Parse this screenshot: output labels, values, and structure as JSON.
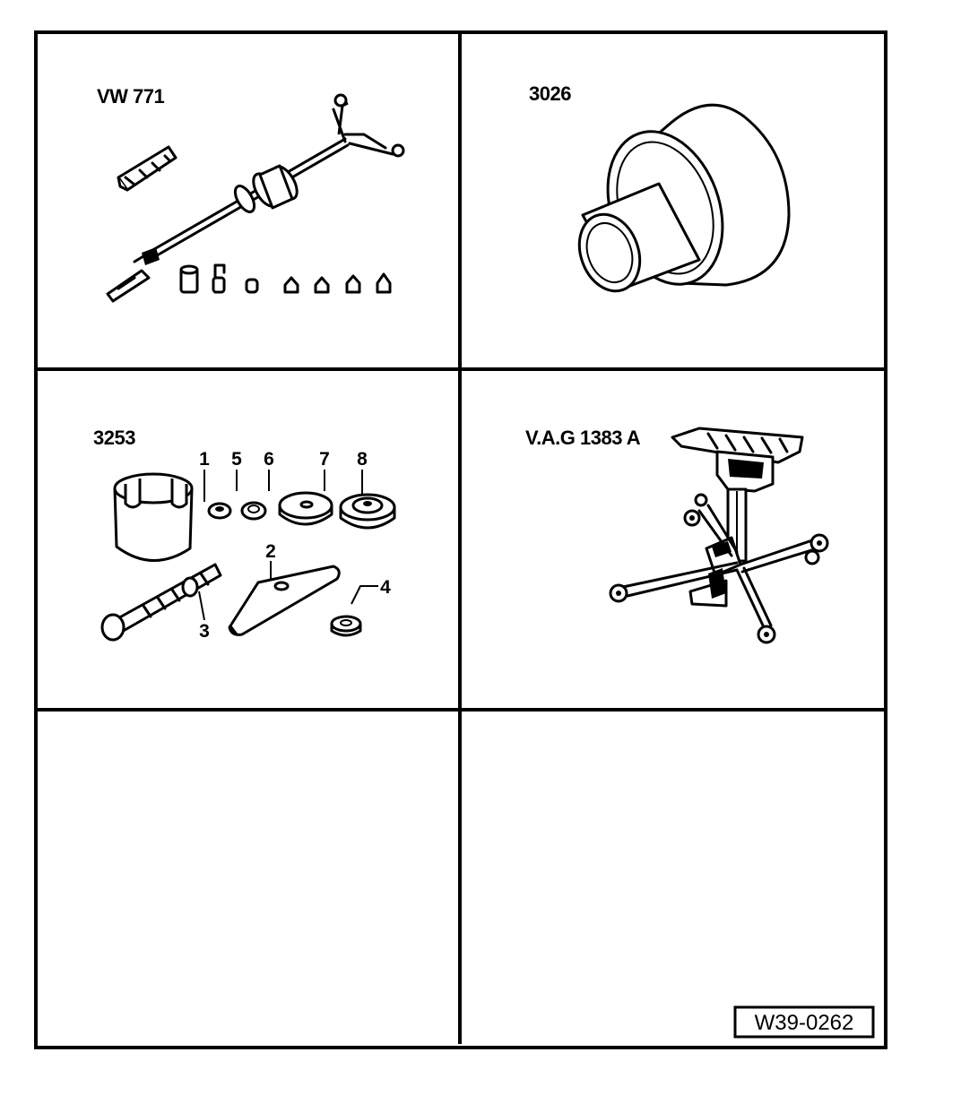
{
  "panels": [
    {
      "id": "top-left",
      "label": "VW 771"
    },
    {
      "id": "top-right",
      "label": "3026"
    },
    {
      "id": "middle-left",
      "label": "3253",
      "part_numbers": [
        "1",
        "5",
        "6",
        "7",
        "8",
        "2",
        "3",
        "4"
      ]
    },
    {
      "id": "middle-right",
      "label": "V.A.G 1383 A"
    },
    {
      "id": "bottom-left",
      "label": ""
    },
    {
      "id": "bottom-right",
      "label": ""
    }
  ],
  "figure_code": "W39-0262",
  "colors": {
    "ink": "#000000",
    "paper": "#ffffff"
  }
}
